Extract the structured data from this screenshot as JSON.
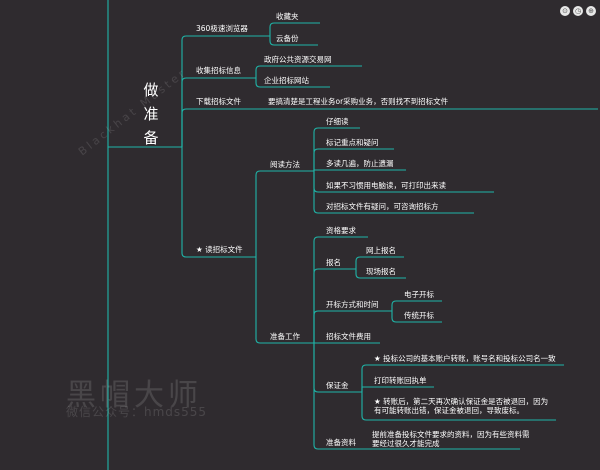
{
  "root": "做准备",
  "branches": [
    {
      "id": "b1",
      "label": "360极速浏览器",
      "children": [
        "收藏夹",
        "云备份"
      ]
    },
    {
      "id": "b2",
      "label": "收集招标信息",
      "children": [
        "政府公共资源交易网",
        "企业招标网站"
      ]
    },
    {
      "id": "b3",
      "label": "下载招标文件",
      "children": [
        "要搞清楚是工程业务or采购业务，否则找不到招标文件"
      ]
    },
    {
      "id": "b4",
      "label": "★ 读招标文件",
      "children": [
        {
          "label": "阅读方法",
          "children": [
            "仔细读",
            "标记重点和疑问",
            "多读几遍，防止遗漏",
            "如果不习惯用电脑读，可打印出来读",
            "对招标文件有疑问，可咨询招标方"
          ]
        },
        {
          "label": "准备工作",
          "children": [
            {
              "label": "资格要求"
            },
            {
              "label": "报名",
              "children": [
                "网上报名",
                "现场报名"
              ]
            },
            {
              "label": "开标方式和时间",
              "children": [
                "电子开标",
                "传统开标"
              ]
            },
            {
              "label": "招标文件费用"
            },
            {
              "label": "保证金",
              "children": [
                "★ 投标公司的基本账户转账，账号名和投标公司名一致",
                "打印转账回执单",
                "★ 转账后，第二天再次确认保证金是否被退回，因为有可能转账出错，保证金被退回，导致废标。"
              ]
            },
            {
              "label": "准备资料",
              "children": [
                "提前准备投标文件要求的资料，因为有些资料需要经过很久才能完成"
              ]
            }
          ]
        }
      ]
    }
  ],
  "watermark": {
    "brand": "黑帽大师",
    "sub": "微信公众号：hmds555",
    "ring": "Blackhat Master"
  },
  "colors": {
    "line": "#1fb5a8",
    "bg": "#2f2b2f"
  }
}
